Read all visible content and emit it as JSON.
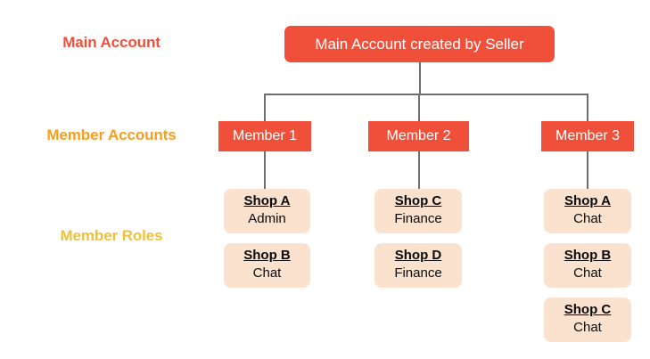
{
  "diagram": {
    "title_labels": {
      "main": "Main Account",
      "members": "Member Accounts",
      "roles": "Member Roles"
    },
    "colors": {
      "main_label": "#F0503A",
      "members_label": "#F99D1C",
      "roles_label": "#EFC13A",
      "box_fill": "#F0503A",
      "box_text": "#FFFFFF",
      "card_fill": "#FAE2CE",
      "card_text": "#0A0A0A",
      "connector": "#6E6E6E",
      "background": "#FFFFFF"
    },
    "root": {
      "label": "Main Account created by Seller"
    },
    "members": [
      {
        "label": "Member 1",
        "roles": [
          {
            "shop": "Shop A",
            "role": "Admin"
          },
          {
            "shop": "Shop B",
            "role": "Chat"
          }
        ]
      },
      {
        "label": "Member 2",
        "roles": [
          {
            "shop": "Shop C",
            "role": "Finance"
          },
          {
            "shop": "Shop D",
            "role": "Finance"
          }
        ]
      },
      {
        "label": "Member 3",
        "roles": [
          {
            "shop": "Shop A",
            "role": "Chat"
          },
          {
            "shop": "Shop B",
            "role": "Chat"
          },
          {
            "shop": "Shop C",
            "role": "Chat"
          }
        ]
      }
    ]
  }
}
